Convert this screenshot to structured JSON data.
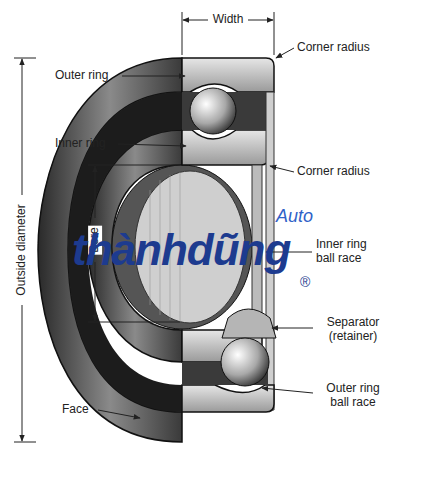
{
  "diagram": {
    "labels": [
      "Width",
      "Corner radius",
      "Outer ring",
      "Inner ring",
      "Corner radius",
      "Inner ring ball race",
      "Bore",
      "Outside diameter",
      "Separator (retainer)",
      "Outer ring ball race",
      "Face",
      "thànhdũng",
      "Auto",
      "®"
    ]
  }
}
